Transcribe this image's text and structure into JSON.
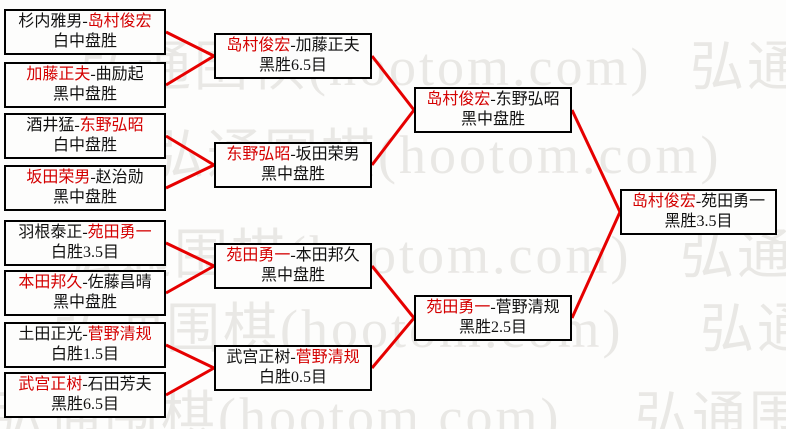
{
  "colors": {
    "line_red": "#e60000",
    "winner_red": "#d40000",
    "loser_black": "#111111",
    "watermark_gray": "#e9e8e5"
  },
  "watermark": {
    "text": "弘通围棋(hootom.com)",
    "color": "#e9e8e5"
  },
  "bracket": {
    "separator": "-",
    "round1": [
      {
        "p1": {
          "text": "杉内雅男",
          "color": "#111111"
        },
        "p2": {
          "text": "岛村俊宏",
          "color": "#d40000"
        },
        "result": "白中盘胜"
      },
      {
        "p1": {
          "text": "加藤正夫",
          "color": "#d40000"
        },
        "p2": {
          "text": "曲励起",
          "color": "#111111"
        },
        "result": "黑中盘胜"
      },
      {
        "p1": {
          "text": "酒井猛",
          "color": "#111111"
        },
        "p2": {
          "text": "东野弘昭",
          "color": "#d40000"
        },
        "result": "白中盘胜"
      },
      {
        "p1": {
          "text": "坂田荣男",
          "color": "#d40000"
        },
        "p2": {
          "text": "赵治勋",
          "color": "#111111"
        },
        "result": "黑中盘胜"
      },
      {
        "p1": {
          "text": "羽根泰正",
          "color": "#111111"
        },
        "p2": {
          "text": "苑田勇一",
          "color": "#d40000"
        },
        "result": "白胜3.5目"
      },
      {
        "p1": {
          "text": "本田邦久",
          "color": "#d40000"
        },
        "p2": {
          "text": "佐藤昌晴",
          "color": "#111111"
        },
        "result": "黑中盘胜"
      },
      {
        "p1": {
          "text": "土田正光",
          "color": "#111111"
        },
        "p2": {
          "text": "菅野清规",
          "color": "#d40000"
        },
        "result": "白胜1.5目"
      },
      {
        "p1": {
          "text": "武宫正树",
          "color": "#d40000"
        },
        "p2": {
          "text": "石田芳夫",
          "color": "#111111"
        },
        "result": "黑胜6.5目"
      }
    ],
    "round2": [
      {
        "p1": {
          "text": "岛村俊宏",
          "color": "#d40000"
        },
        "p2": {
          "text": "加藤正夫",
          "color": "#111111"
        },
        "result": "黑胜6.5目"
      },
      {
        "p1": {
          "text": "东野弘昭",
          "color": "#d40000"
        },
        "p2": {
          "text": "坂田荣男",
          "color": "#111111"
        },
        "result": "黑中盘胜"
      },
      {
        "p1": {
          "text": "苑田勇一",
          "color": "#d40000"
        },
        "p2": {
          "text": "本田邦久",
          "color": "#111111"
        },
        "result": "黑中盘胜"
      },
      {
        "p1": {
          "text": "武宫正树",
          "color": "#111111"
        },
        "p2": {
          "text": "菅野清规",
          "color": "#d40000"
        },
        "result": "白胜0.5目"
      }
    ],
    "round3": [
      {
        "p1": {
          "text": "岛村俊宏",
          "color": "#d40000"
        },
        "p2": {
          "text": "东野弘昭",
          "color": "#111111"
        },
        "result": "黑中盘胜"
      },
      {
        "p1": {
          "text": "苑田勇一",
          "color": "#d40000"
        },
        "p2": {
          "text": "菅野清规",
          "color": "#111111"
        },
        "result": "黑胜2.5目"
      }
    ],
    "final": [
      {
        "p1": {
          "text": "岛村俊宏",
          "color": "#d40000"
        },
        "p2": {
          "text": "苑田勇一",
          "color": "#111111"
        },
        "result": "黑胜3.5目"
      }
    ]
  }
}
